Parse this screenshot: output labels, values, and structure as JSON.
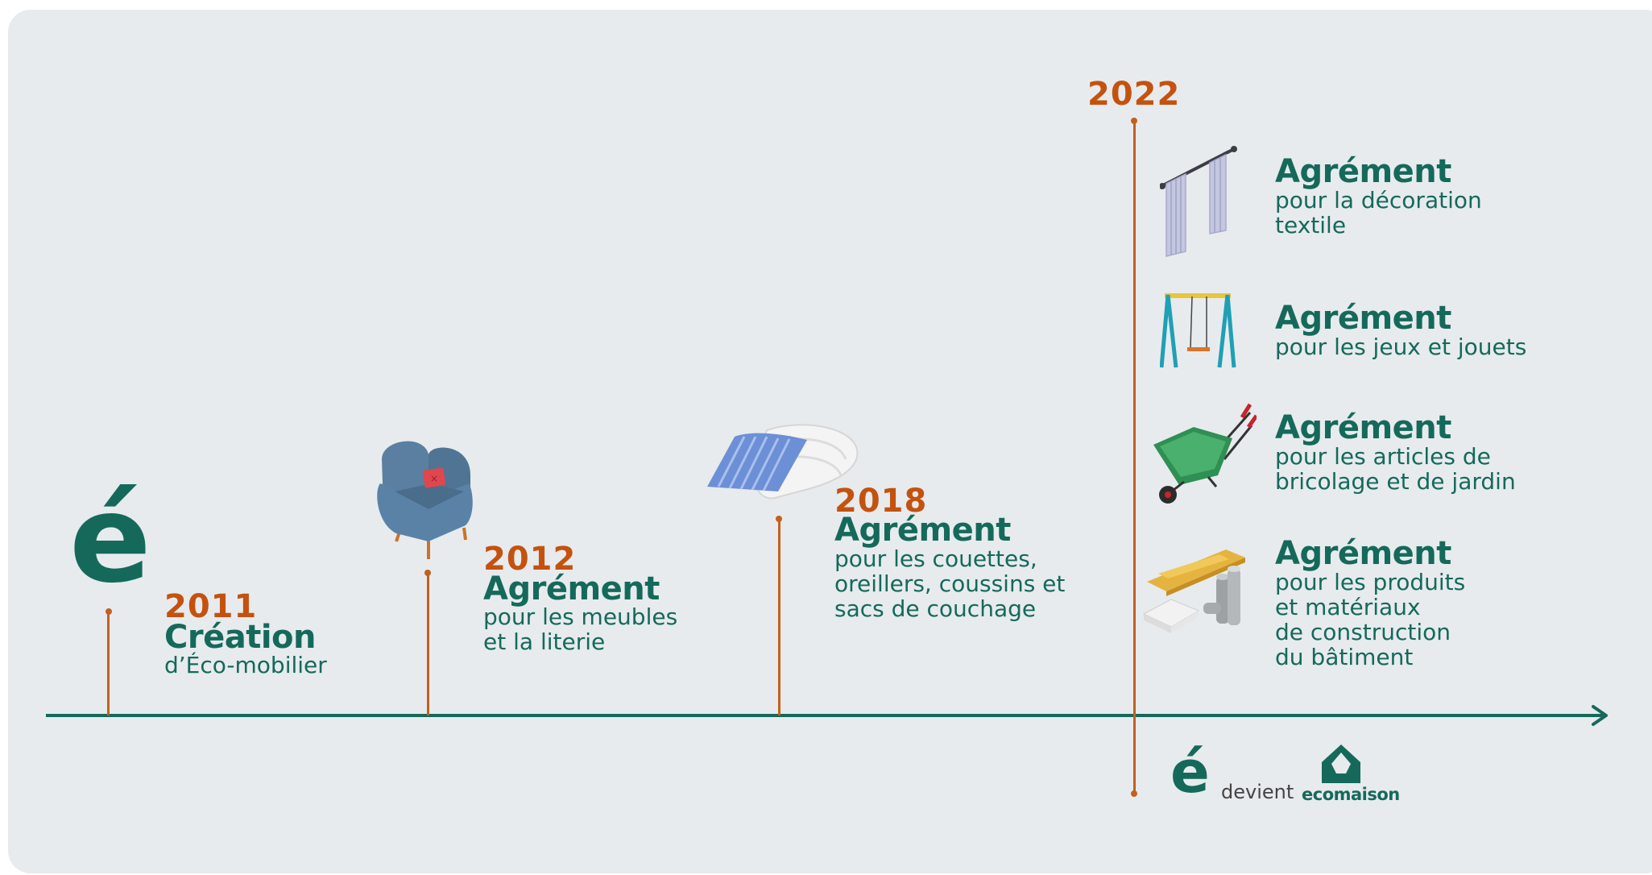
{
  "colors": {
    "background": "#e7ebee",
    "accent_orange": "#c4520e",
    "brand_green": "#15695b"
  },
  "logo": {
    "glyph": "é"
  },
  "events": [
    {
      "year": "2011",
      "title": "Création",
      "desc_lines": [
        "d’Éco-mobilier"
      ],
      "icon": "eco-mobilier-logo-icon"
    },
    {
      "year": "2012",
      "title": "Agrément",
      "desc_lines": [
        "pour les meubles",
        "et la literie"
      ],
      "icon": "armchair-icon"
    },
    {
      "year": "2018",
      "title": "Agrément",
      "desc_lines": [
        "pour les couettes,",
        "oreillers, coussins et",
        "sacs de couchage"
      ],
      "icon": "pillow-duvet-icon"
    },
    {
      "year": "2022"
    }
  ],
  "agreements_2022": [
    {
      "title": "Agrément",
      "desc_lines": [
        "pour la décoration",
        "textile"
      ],
      "icon": "curtain-icon"
    },
    {
      "title": "Agrément",
      "desc_lines": [
        "pour les jeux et jouets"
      ],
      "icon": "swing-icon"
    },
    {
      "title": "Agrément",
      "desc_lines": [
        "pour les articles de",
        "bricolage et de jardin"
      ],
      "icon": "wheelbarrow-icon"
    },
    {
      "title": "Agrément",
      "desc_lines": [
        "pour les produits",
        "et matériaux",
        "de construction",
        "du bâtiment"
      ],
      "icon": "building-materials-icon"
    }
  ],
  "rename": {
    "from_glyph": "é",
    "verb": "devient",
    "to_brand": "ecomaison"
  }
}
